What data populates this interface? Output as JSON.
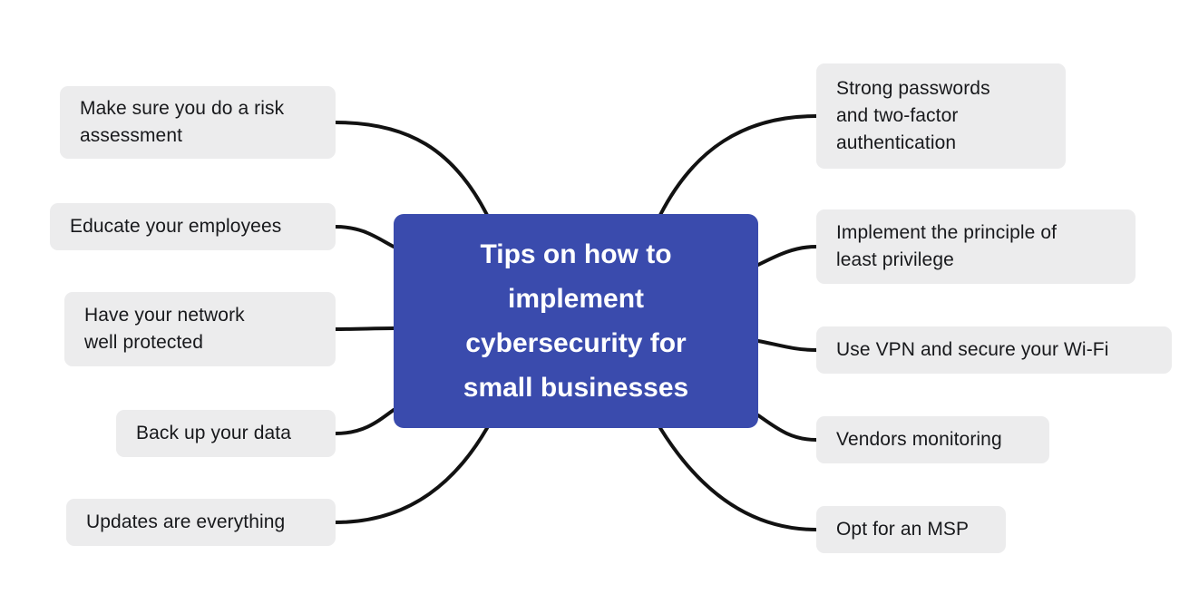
{
  "diagram": {
    "type": "mind-map",
    "background_color": "#ffffff",
    "center": {
      "label": "Tips on how to\nimplement\ncybersecurity for\nsmall businesses",
      "plain_label": "Tips on how to implement cybersecurity for small businesses",
      "background_color": "#3a4bad",
      "text_color": "#ffffff"
    },
    "branch_style": {
      "background_color": "#ececed",
      "text_color": "#18191c",
      "connector_color": "#121212"
    },
    "left_branches": [
      {
        "label": "Make sure you do a risk\nassessment",
        "plain_label": "Make sure you do a risk assessment"
      },
      {
        "label": "Educate your employees",
        "plain_label": "Educate your employees"
      },
      {
        "label": "Have your network\nwell protected",
        "plain_label": "Have your network well protected"
      },
      {
        "label": "Back up your data",
        "plain_label": "Back up your data"
      },
      {
        "label": "Updates are everything",
        "plain_label": "Updates are everything"
      }
    ],
    "right_branches": [
      {
        "label": "Strong passwords\nand two-factor\nauthentication",
        "plain_label": "Strong passwords and two-factor authentication"
      },
      {
        "label": "Implement the principle of\nleast privilege",
        "plain_label": "Implement the principle of least privilege"
      },
      {
        "label": "Use VPN and secure your Wi-Fi",
        "plain_label": "Use VPN and secure your Wi-Fi"
      },
      {
        "label": "Vendors monitoring",
        "plain_label": "Vendors monitoring"
      },
      {
        "label": "Opt for an MSP",
        "plain_label": "Opt for an MSP"
      }
    ]
  }
}
